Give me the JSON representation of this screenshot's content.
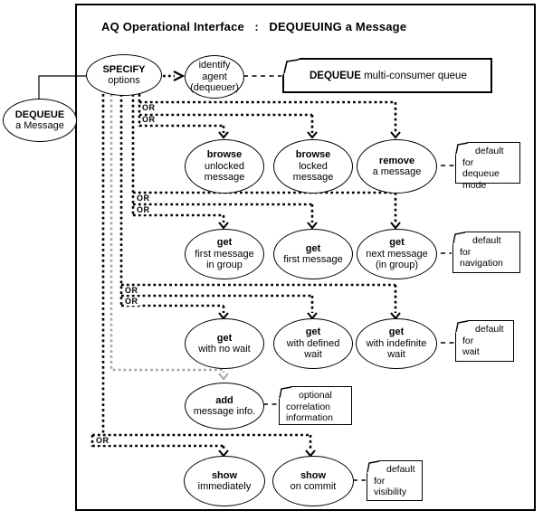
{
  "title": "AQ Operational Interface   :   DEQUEUING a Message",
  "or_label": "OR",
  "nodes": {
    "dequeue_message": {
      "bold": "DEQUEUE",
      "rest": "a Message"
    },
    "specify_options": {
      "bold": "SPECIFY",
      "rest": "options"
    },
    "identify_agent": {
      "bold": "",
      "rest": "identify\nagent\n(dequeuer)"
    },
    "browse_unlocked": {
      "bold": "browse",
      "rest": "unlocked\nmessage"
    },
    "browse_locked": {
      "bold": "browse",
      "rest": "locked\nmessage"
    },
    "remove_message": {
      "bold": "remove",
      "rest": "a message"
    },
    "get_first_group": {
      "bold": "get",
      "rest": "first message\nin group"
    },
    "get_first": {
      "bold": "get",
      "rest": "first message"
    },
    "get_next_group": {
      "bold": "get",
      "rest": "next message\n(in group)"
    },
    "get_no_wait": {
      "bold": "get",
      "rest": "with no wait"
    },
    "get_defined_wait": {
      "bold": "get",
      "rest": "with defined\nwait"
    },
    "get_indefinite_wait": {
      "bold": "get",
      "rest": "with indefinite\nwait"
    },
    "add_message_info": {
      "bold": "add",
      "rest": "message info."
    },
    "show_immediately": {
      "bold": "show",
      "rest": "immediately"
    },
    "show_on_commit": {
      "bold": "show",
      "rest": "on commit"
    }
  },
  "notes": {
    "multi_consumer": {
      "bold": "DEQUEUE",
      "rest": " multi-consumer queue"
    },
    "dequeue_mode": {
      "text": "default for\ndequeue\nmode"
    },
    "navigation": {
      "text": "default\nfor\nnavigation"
    },
    "wait": {
      "text": "default\nfor\nwait"
    },
    "correlation": {
      "text": "optional\ncorrelation\ninformation"
    },
    "visibility": {
      "text": "default\nfor\nvisibility"
    }
  },
  "colors": {
    "line": "#000000",
    "gray_line": "#a6a6a6",
    "background": "#ffffff"
  }
}
